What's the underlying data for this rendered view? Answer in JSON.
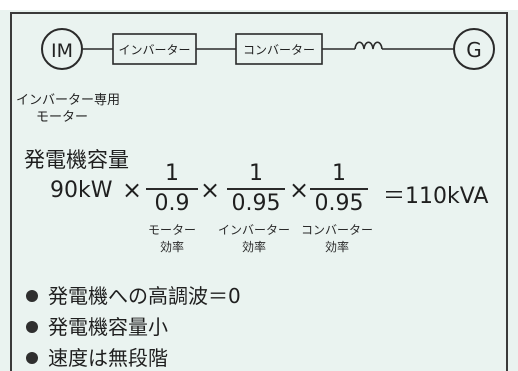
{
  "schematic": {
    "motor_symbol": "IM",
    "inverter": "インバーター",
    "converter": "コンバーター",
    "generator_symbol": "G",
    "motor_caption_line1": "インバーター専用",
    "motor_caption_line2": "モーター"
  },
  "capacity": {
    "title": "発電機容量",
    "base_value": "90kW",
    "times": "×",
    "fractions": [
      {
        "numerator": "1",
        "denominator": "0.9",
        "caption_line1": "モーター",
        "caption_line2": "効率"
      },
      {
        "numerator": "1",
        "denominator": "0.95",
        "caption_line1": "インバーター",
        "caption_line2": "効率"
      },
      {
        "numerator": "1",
        "denominator": "0.95",
        "caption_line1": "コンバーター",
        "caption_line2": "効率"
      }
    ],
    "result": "＝110kVA"
  },
  "bullets": [
    "発電機への高調波＝0",
    "発電機容量小",
    "速度は無段階"
  ],
  "colors": {
    "background": "#eaf3f0",
    "line": "#2a2a2a",
    "text": "#1f1f1f"
  }
}
